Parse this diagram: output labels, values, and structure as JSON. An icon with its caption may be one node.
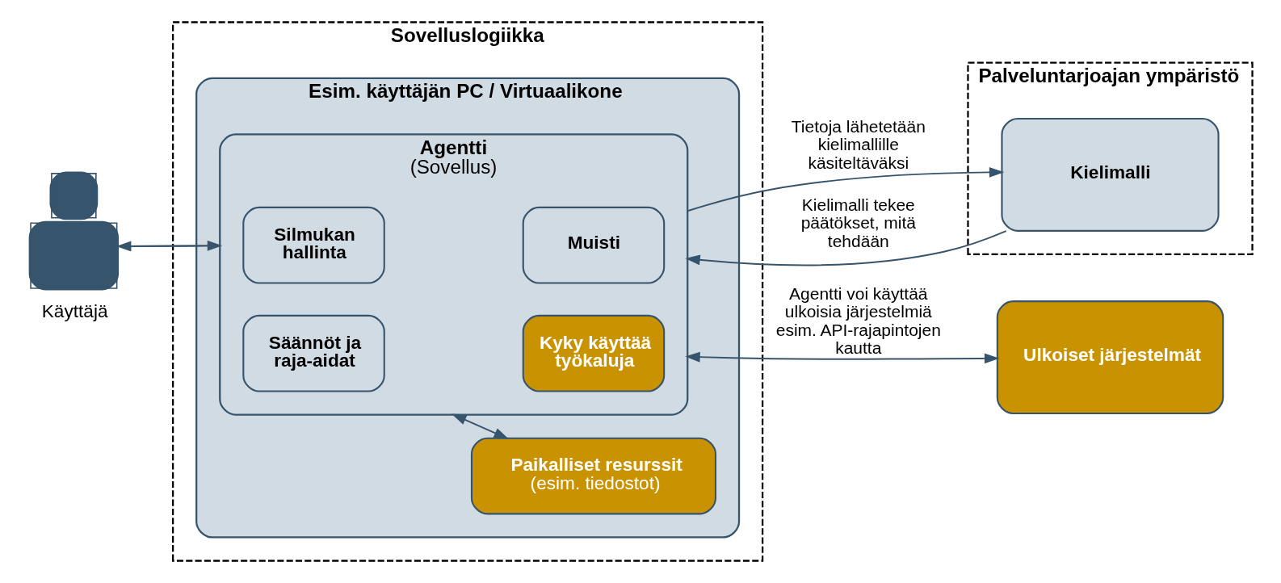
{
  "diagram": {
    "nodes": [
      {
        "text": [
          "Käyttäjä"
        ]
      },
      {
        "text": [
          "Sovelluslogiikka"
        ]
      },
      {
        "text": [
          "Esim. käyttäjän PC / Virtuaalikone"
        ],
        "in": 1
      },
      {
        "text": [
          "Agentti",
          "(Sovellus)"
        ],
        "in": 2
      },
      {
        "text": [
          "Silmukan hallinta"
        ],
        "in": 3
      },
      {
        "text": [
          "Muisti"
        ],
        "in": 3
      },
      {
        "text": [
          "Säännöt ja raja-aidat"
        ],
        "in": 3
      },
      {
        "text": [
          "Kyky käyttää työkaluja"
        ],
        "in": 3
      },
      {
        "text": [
          "Paikalliset resurssit",
          "(esim. tiedostot)"
        ],
        "in": 2
      },
      {
        "text": [
          "Palveluntarjoajan ympäristö"
        ]
      },
      {
        "text": [
          "Kielimalli"
        ],
        "in": 9
      },
      {
        "text": [
          "Ulkoiset järjestelmät"
        ]
      }
    ],
    "edges": [
      {
        "from": 0,
        "to": 3,
        "arrow": "to"
      },
      {
        "from": 3,
        "to": 0,
        "arrow": "to"
      },
      {
        "from": 3,
        "to": 10,
        "arrow": "to",
        "label": "Tietoja lähetetään kielimallille käsiteltäväksi"
      },
      {
        "from": 10,
        "to": 3,
        "arrow": "to",
        "label": "Kielimalli tekee päätökset, mitä tehdään"
      },
      {
        "from": 3,
        "to": 11,
        "arrow": "both",
        "label": "Agentti voi käyttää ulkoisia järjestelmiä esim. API-rajapintojen kautta"
      },
      {
        "from": 3,
        "to": 8,
        "arrow": "both"
      }
    ]
  }
}
